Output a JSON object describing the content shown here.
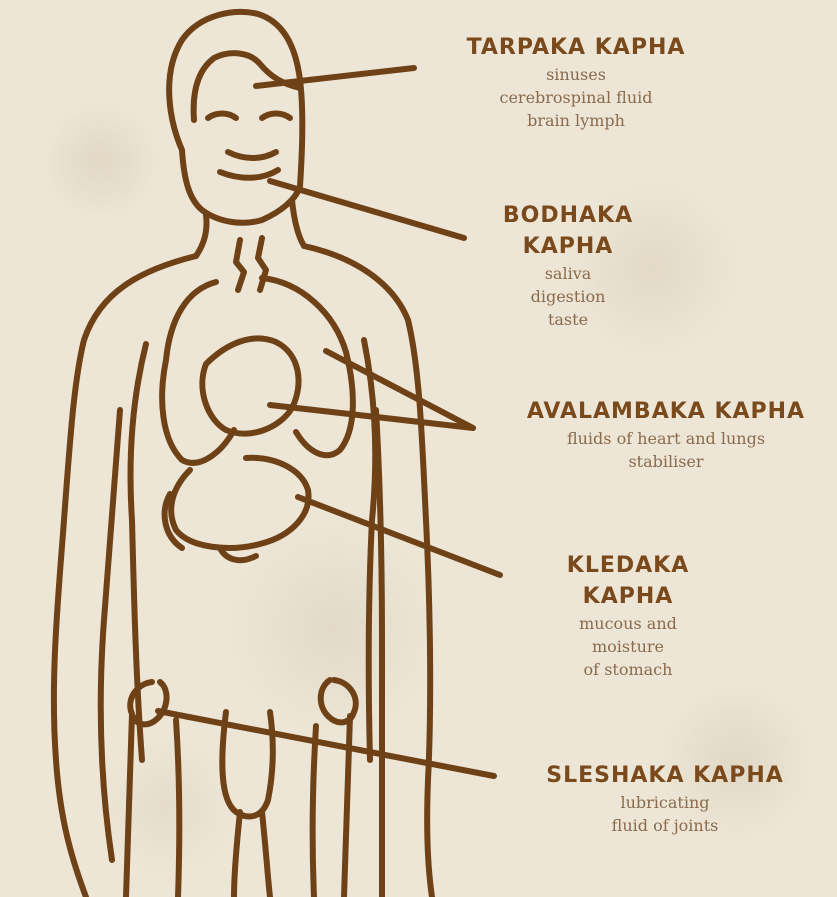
{
  "colors": {
    "line": "#6f4117",
    "title": "#7a4a1c",
    "text": "#8a6a4c",
    "background": "#ede6d6"
  },
  "labels": [
    {
      "title": "TARPAKA KAPHA",
      "lines": [
        "sinuses",
        "cerebrospinal fluid",
        "brain lymph"
      ]
    },
    {
      "title": [
        "BODHAKA",
        "KAPHA"
      ],
      "lines": [
        "saliva",
        "digestion",
        "taste"
      ]
    },
    {
      "title": "AVALAMBAKA KAPHA",
      "lines": [
        "fluids of heart and lungs",
        "stabiliser"
      ]
    },
    {
      "title": [
        "KLEDAKA",
        "KAPHA"
      ],
      "lines": [
        "mucous and",
        "moisture",
        "of stomach"
      ]
    },
    {
      "title": "SLESHAKA KAPHA",
      "lines": [
        "lubricating",
        "fluid of joints"
      ]
    }
  ]
}
